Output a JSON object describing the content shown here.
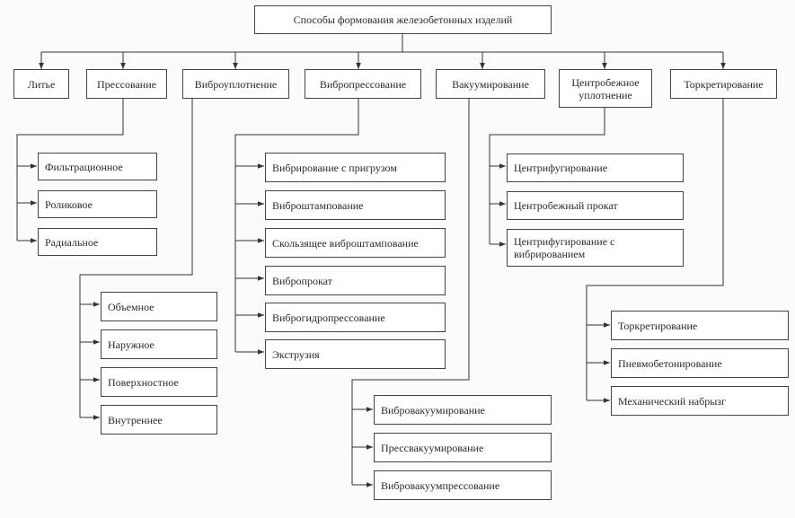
{
  "root": "Способы формования железобетонных изделий",
  "methods": [
    {
      "label": "Литье",
      "children": []
    },
    {
      "label": "Прессование",
      "children": [
        "Фильтрационное",
        "Роликовое",
        "Радиальное"
      ]
    },
    {
      "label": "Виброуплотнение",
      "children": [
        "Объемное",
        "Наружное",
        "Поверхностное",
        "Внутреннее"
      ]
    },
    {
      "label": "Вибропрессование",
      "children": [
        "Вибрирование с пригрузом",
        "Виброштампование",
        "Скользящее виброштампование",
        "Вибропрокат",
        "Виброгидропрессование",
        "Экструзия"
      ]
    },
    {
      "label": "Вакуумирование",
      "children": [
        "Вибровакуумирование",
        "Прессвакуумирование",
        "Вибровакуумпрессование"
      ]
    },
    {
      "label": "Центробежное уплотнение",
      "children": [
        "Центрифугирование",
        "Центробежный прокат",
        "Центрифугирование с вибрированием"
      ]
    },
    {
      "label": "Торкретирование",
      "children": [
        "Торкретирование",
        "Пневмобетонирование",
        "Механический набрызг"
      ]
    }
  ]
}
